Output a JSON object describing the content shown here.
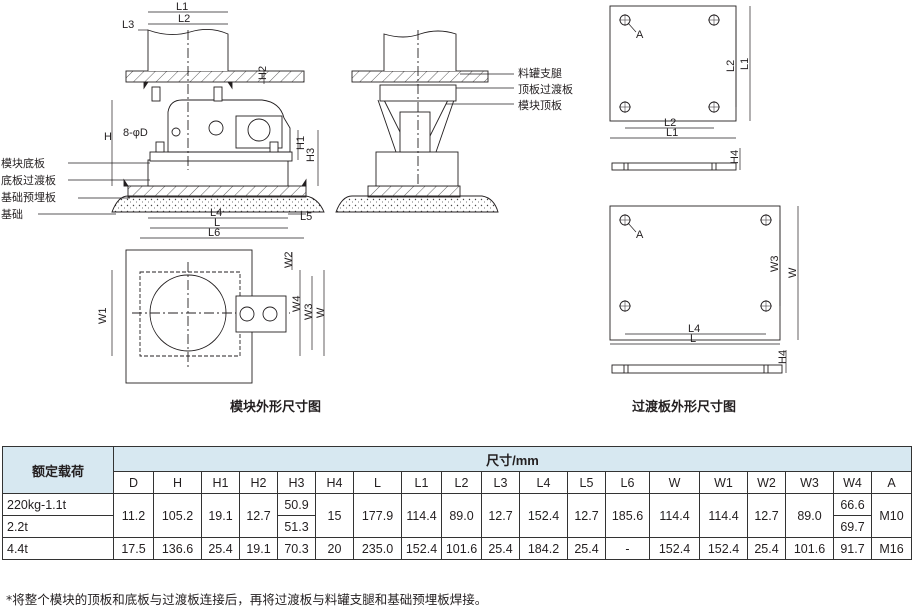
{
  "labels": {
    "feed_leg": "料罐支腿",
    "top_transition": "顶板过渡板",
    "module_top": "模块顶板",
    "module_bottom": "模块底板",
    "bottom_transition": "底板过渡板",
    "embed_plate": "基础预埋板",
    "foundation": "基础",
    "hole_spec": "8-φD"
  },
  "dims": {
    "L": "L",
    "L1": "L1",
    "L2": "L2",
    "L3": "L3",
    "L4": "L4",
    "L5": "L5",
    "L6": "L6",
    "H": "H",
    "H1": "H1",
    "H2": "H2",
    "H3": "H3",
    "H4": "H4",
    "W": "W",
    "W1": "W1",
    "W2": "W2",
    "W3": "W3",
    "W4": "W4",
    "A": "A"
  },
  "captions": {
    "module": "模块外形尺寸图",
    "transition": "过渡板外形尺寸图"
  },
  "table": {
    "header_load": "额定载荷",
    "header_unit": "尺寸/mm",
    "columns": [
      "D",
      "H",
      "H1",
      "H2",
      "H3",
      "H4",
      "L",
      "L1",
      "L2",
      "L3",
      "L4",
      "L5",
      "L6",
      "W",
      "W1",
      "W2",
      "W3",
      "W4",
      "A"
    ],
    "row_labels": [
      "220kg-1.1t",
      "2.2t",
      "4.4t"
    ],
    "group1": {
      "D": "11.2",
      "H": "105.2",
      "H1": "19.1",
      "H2": "12.7",
      "H3_a": "50.9",
      "H3_b": "51.3",
      "H4": "15",
      "L": "177.9",
      "L1": "114.4",
      "L2": "89.0",
      "L3": "12.7",
      "L4": "152.4",
      "L5": "12.7",
      "L6": "185.6",
      "W": "114.4",
      "W1": "114.4",
      "W2": "12.7",
      "W3": "89.0",
      "W4_a": "66.6",
      "W4_b": "69.7",
      "A": "M10"
    },
    "row3": [
      "17.5",
      "136.6",
      "25.4",
      "19.1",
      "70.3",
      "20",
      "235.0",
      "152.4",
      "101.6",
      "25.4",
      "184.2",
      "25.4",
      "-",
      "152.4",
      "152.4",
      "25.4",
      "101.6",
      "91.7",
      "M16"
    ]
  },
  "note": "*将整个模块的顶板和底板与过渡板连接后，再将过渡板与料罐支腿和基础预埋板焊接。"
}
